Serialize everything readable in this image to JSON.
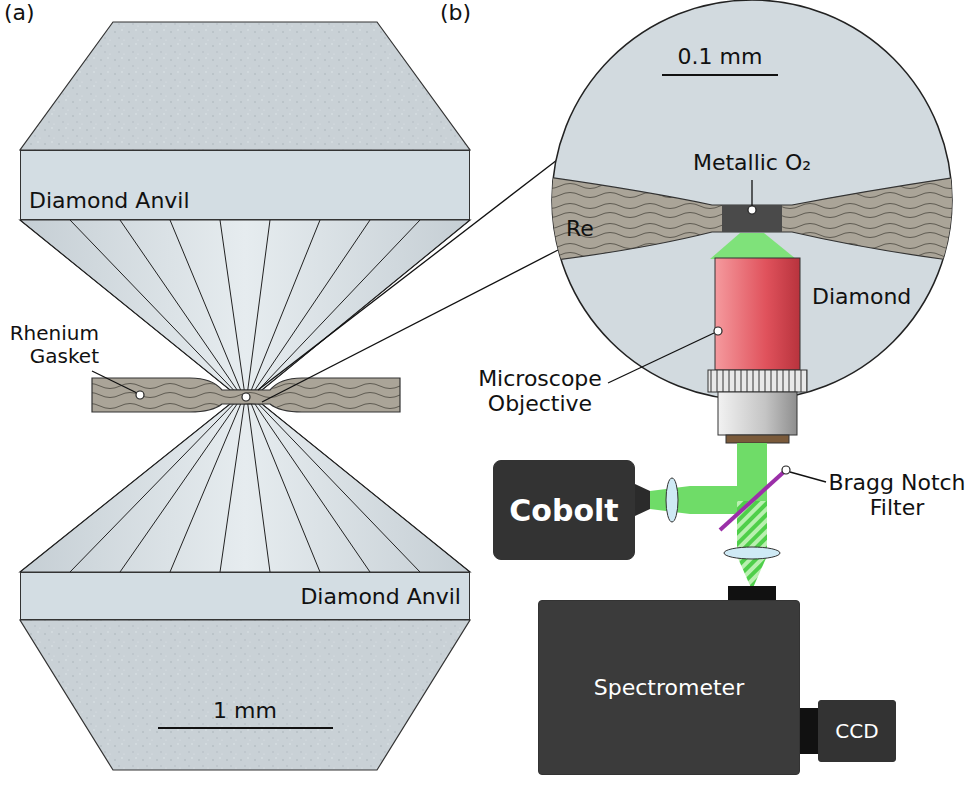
{
  "diagram": {
    "nodes": [
      {
        "text": [
          "Diamond Anvil"
        ]
      },
      {
        "text": [
          "Diamond Anvil"
        ]
      },
      {
        "text": [
          "Cobolt"
        ]
      },
      {
        "text": [
          "Spectrometer"
        ]
      },
      {
        "text": [
          "CCD"
        ]
      }
    ],
    "labels": [
      "(a)",
      "(b)",
      "0.1 mm",
      "Metallic O₂",
      "Re",
      "Diamond",
      "Rhenium Gasket",
      "Microscope Objective",
      "Bragg Notch Filter",
      "1 mm"
    ]
  }
}
